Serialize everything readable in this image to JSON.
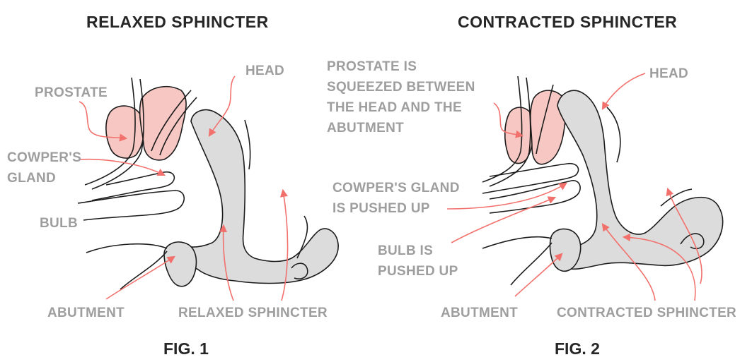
{
  "colors": {
    "prostate_fill": "#f7c8c3",
    "tissue_fill": "#dcdcdc",
    "outline": "#1c1c1c",
    "arrow": "#f2716d",
    "label_text": "#9e9e9e",
    "title_text": "#262626"
  },
  "fig1": {
    "title": "RELAXED SPHINCTER",
    "caption": "FIG. 1",
    "labels": {
      "prostate": "PROSTATE",
      "head": "HEAD",
      "cowpers_gland": "COWPER'S\nGLAND",
      "bulb": "BULB",
      "abutment": "ABUTMENT",
      "sphincter": "RELAXED SPHINCTER"
    }
  },
  "fig2": {
    "title": "CONTRACTED SPHINCTER",
    "caption": "FIG. 2",
    "labels": {
      "prostate": "PROSTATE IS\nSQUEEZED BETWEEN\nTHE HEAD AND THE\nABUTMENT",
      "head": "HEAD",
      "cowpers_gland": "COWPER'S GLAND\nIS PUSHED UP",
      "bulb": "BULB IS\nPUSHED UP",
      "abutment": "ABUTMENT",
      "sphincter": "CONTRACTED SPHINCTER"
    }
  }
}
